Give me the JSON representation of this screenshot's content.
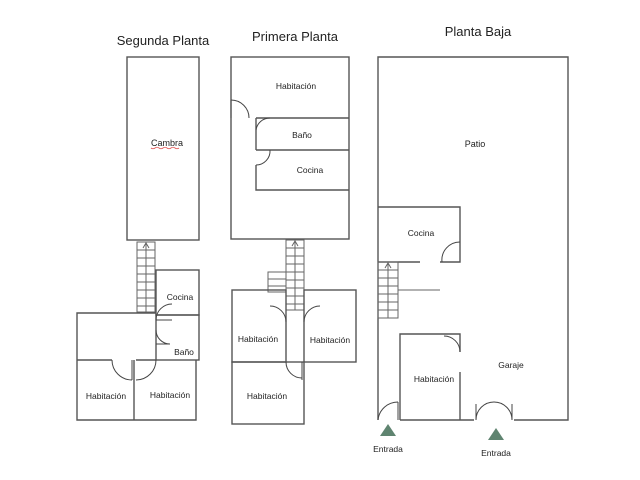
{
  "floors": {
    "second": {
      "title": "Segunda Planta",
      "rooms": {
        "cambra": "Cambra",
        "cocina": "Cocina",
        "bano": "Baño",
        "habitacion_left": "Habitación",
        "habitacion_right": "Habitación"
      }
    },
    "first": {
      "title": "Primera Planta",
      "rooms": {
        "habitacion_top": "Habitación",
        "bano": "Baño",
        "cocina": "Cocina",
        "habitacion_left": "Habitación",
        "habitacion_right": "Habitación",
        "habitacion_bottom": "Habitación"
      }
    },
    "ground": {
      "title": "Planta Baja",
      "rooms": {
        "patio": "Patio",
        "cocina": "Cocina",
        "habitacion": "Habitación",
        "garaje": "Garaje"
      },
      "entrances": [
        "Entrada",
        "Entrada"
      ]
    }
  },
  "colors": {
    "wall": "#555555",
    "entrance_marker": "#5f8470",
    "text": "#222222"
  }
}
